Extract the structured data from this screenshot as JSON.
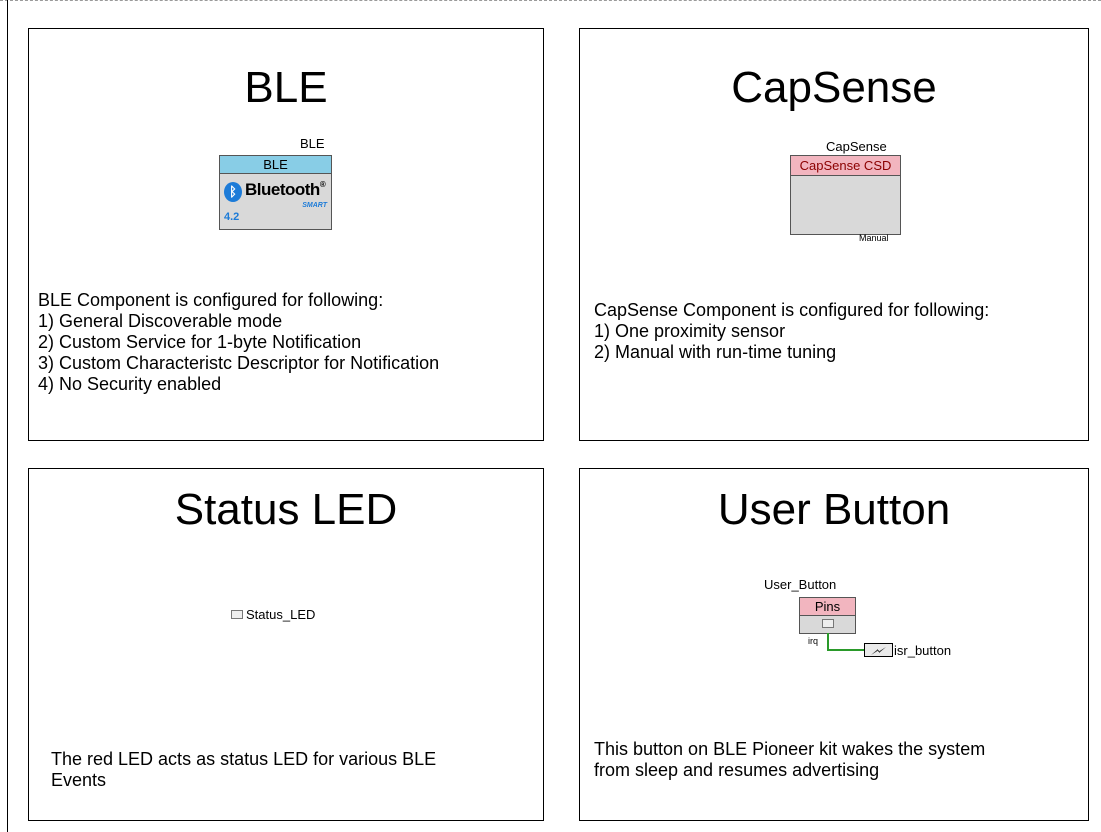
{
  "panels": {
    "ble": {
      "title": "BLE",
      "instance_name": "BLE",
      "component_header": "BLE",
      "logo_text": "Bluetooth",
      "logo_registered": "®",
      "logo_glyph": "ᛒ",
      "logo_smart": "SMART",
      "logo_version": "4.2",
      "description": "BLE Component is configured for following:\n1) General Discoverable mode\n2) Custom Service for 1-byte Notification\n3) Custom Characteristc Descriptor for Notification\n4) No Security enabled"
    },
    "capsense": {
      "title": "CapSense",
      "instance_name": "CapSense",
      "component_header": "CapSense CSD",
      "mode_label": "Manual",
      "description": "CapSense Component is configured for following:\n1) One proximity sensor\n2) Manual with run-time tuning"
    },
    "status_led": {
      "title": "Status LED",
      "pin_label": "Status_LED",
      "description": "The red LED acts as status LED for various BLE\nEvents"
    },
    "user_button": {
      "title": "User Button",
      "instance_name": "User_Button",
      "component_header": "Pins",
      "irq_label": "irq",
      "isr_label": "isr_button",
      "description": "This button on BLE Pioneer kit wakes the system\nfrom sleep and resumes advertising"
    }
  },
  "colors": {
    "ble_header": "#88cde6",
    "capsense_header": "#f2b5bf",
    "pins_header": "#f2b5bf",
    "component_body": "#d9d9d9",
    "wire": "#2a9a2a",
    "bluetooth_blue": "#1c7bd8"
  }
}
